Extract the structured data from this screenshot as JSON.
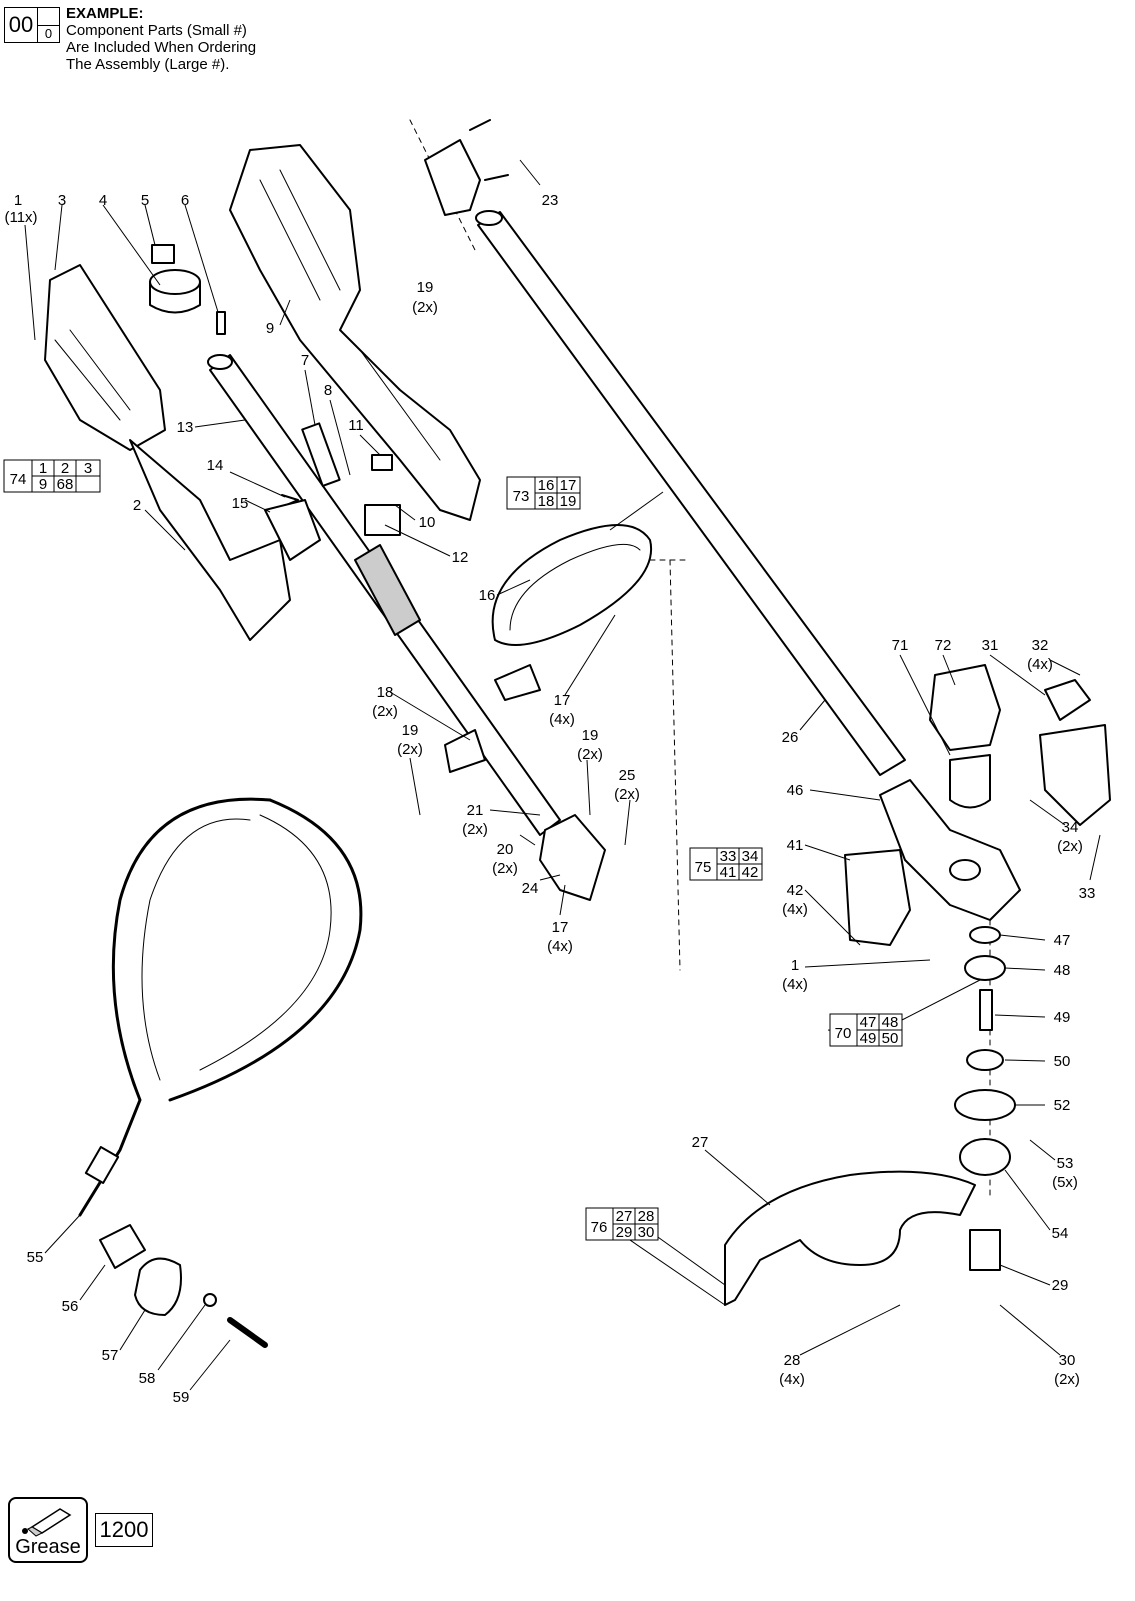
{
  "example": {
    "heading": "EXAMPLE:",
    "lines": [
      "Component Parts (Small #)",
      "Are Included When Ordering",
      "The Assembly (Large #)."
    ],
    "big": "00",
    "small": "0"
  },
  "assemblies": [
    {
      "id": "74",
      "parts": [
        "1",
        "2",
        "3",
        "9",
        "68",
        ""
      ]
    },
    {
      "id": "73",
      "parts": [
        "16",
        "17",
        "18",
        "19"
      ]
    },
    {
      "id": "75",
      "parts": [
        "33",
        "34",
        "41",
        "42"
      ]
    },
    {
      "id": "70",
      "parts": [
        "47",
        "48",
        "49",
        "50"
      ]
    },
    {
      "id": "76",
      "parts": [
        "27",
        "28",
        "29",
        "30"
      ]
    }
  ],
  "callouts": [
    {
      "num": "1",
      "qty": "(11x)"
    },
    {
      "num": "3",
      "qty": ""
    },
    {
      "num": "4",
      "qty": ""
    },
    {
      "num": "5",
      "qty": ""
    },
    {
      "num": "6",
      "qty": ""
    },
    {
      "num": "9",
      "qty": ""
    },
    {
      "num": "23",
      "qty": ""
    },
    {
      "num": "19",
      "qty": "(2x)"
    },
    {
      "num": "13",
      "qty": ""
    },
    {
      "num": "7",
      "qty": ""
    },
    {
      "num": "8",
      "qty": ""
    },
    {
      "num": "11",
      "qty": ""
    },
    {
      "num": "14",
      "qty": ""
    },
    {
      "num": "15",
      "qty": ""
    },
    {
      "num": "10",
      "qty": ""
    },
    {
      "num": "12",
      "qty": ""
    },
    {
      "num": "2",
      "qty": ""
    },
    {
      "num": "16",
      "qty": ""
    },
    {
      "num": "17",
      "qty": "(4x)"
    },
    {
      "num": "18",
      "qty": "(2x)"
    },
    {
      "num": "19",
      "qty": "(2x)"
    },
    {
      "num": "19",
      "qty": "(2x)"
    },
    {
      "num": "25",
      "qty": "(2x)"
    },
    {
      "num": "21",
      "qty": "(2x)"
    },
    {
      "num": "20",
      "qty": "(2x)"
    },
    {
      "num": "24",
      "qty": ""
    },
    {
      "num": "17",
      "qty": "(4x)"
    },
    {
      "num": "26",
      "qty": ""
    },
    {
      "num": "71",
      "qty": ""
    },
    {
      "num": "72",
      "qty": ""
    },
    {
      "num": "31",
      "qty": ""
    },
    {
      "num": "32",
      "qty": "(4x)"
    },
    {
      "num": "46",
      "qty": ""
    },
    {
      "num": "34",
      "qty": "(2x)"
    },
    {
      "num": "33",
      "qty": ""
    },
    {
      "num": "41",
      "qty": ""
    },
    {
      "num": "42",
      "qty": "(4x)"
    },
    {
      "num": "47",
      "qty": ""
    },
    {
      "num": "48",
      "qty": ""
    },
    {
      "num": "1",
      "qty": "(4x)"
    },
    {
      "num": "49",
      "qty": ""
    },
    {
      "num": "50",
      "qty": ""
    },
    {
      "num": "52",
      "qty": ""
    },
    {
      "num": "53",
      "qty": "(5x)"
    },
    {
      "num": "27",
      "qty": ""
    },
    {
      "num": "54",
      "qty": ""
    },
    {
      "num": "29",
      "qty": ""
    },
    {
      "num": "28",
      "qty": "(4x)"
    },
    {
      "num": "30",
      "qty": "(2x)"
    },
    {
      "num": "55",
      "qty": ""
    },
    {
      "num": "56",
      "qty": ""
    },
    {
      "num": "57",
      "qty": ""
    },
    {
      "num": "58",
      "qty": ""
    },
    {
      "num": "59",
      "qty": ""
    }
  ],
  "grease": {
    "label": "Grease",
    "number": "1200"
  }
}
